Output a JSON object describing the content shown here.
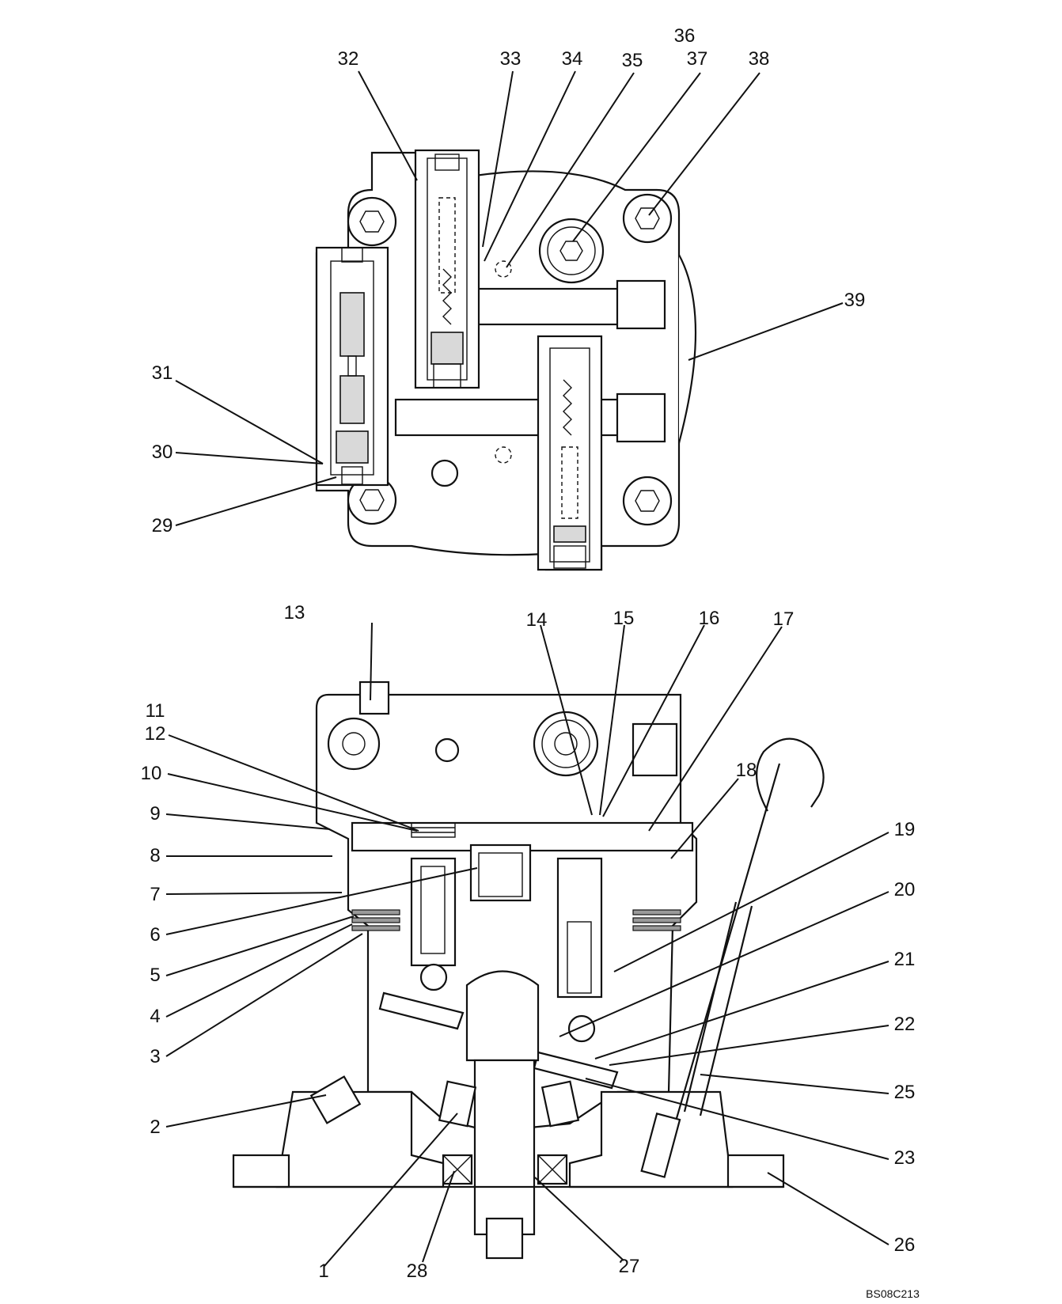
{
  "diagram": {
    "drawing_code": "BS08C213",
    "top_view_callouts": [
      "29",
      "30",
      "31",
      "32",
      "33",
      "34",
      "35",
      "36",
      "37",
      "38",
      "39"
    ],
    "section_view_callouts": [
      "1",
      "2",
      "3",
      "4",
      "5",
      "6",
      "7",
      "8",
      "9",
      "10",
      "11",
      "12",
      "13",
      "14",
      "15",
      "16",
      "17",
      "18",
      "19",
      "20",
      "21",
      "22",
      "23",
      "25",
      "26",
      "27",
      "28"
    ]
  }
}
